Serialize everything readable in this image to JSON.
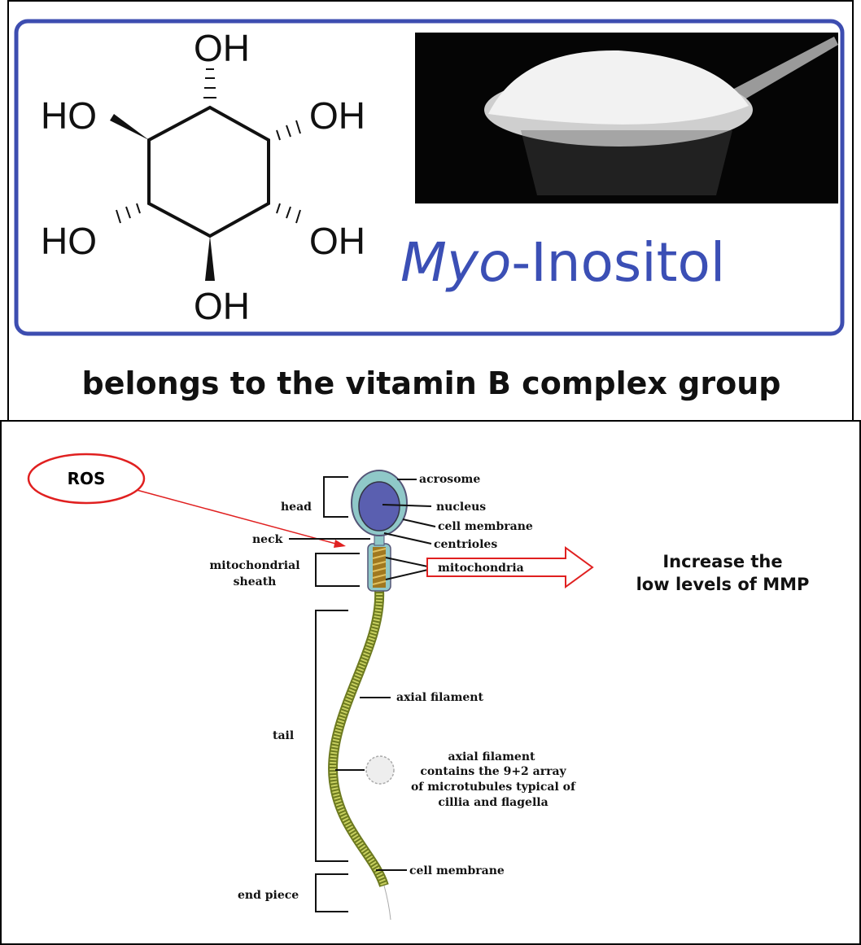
{
  "top_panel": {
    "molecule_labels": {
      "top": "OH",
      "upper_left": "HO",
      "upper_right": "OH",
      "lower_left": "HO",
      "lower_right": "OH",
      "bottom": "OH"
    },
    "title_italic": "Myo",
    "title_rest": "-Inositol",
    "caption": "belongs to the vitamin B complex group",
    "colors": {
      "frame": "#3d4db0",
      "title": "#3b4fb5"
    }
  },
  "bottom_panel": {
    "ros_label": "ROS",
    "annotation_line1": "Increase the",
    "annotation_line2": "low levels of MMP",
    "labels": {
      "head": "head",
      "neck": "neck",
      "mito_sheath_1": "mitochondrial",
      "mito_sheath_2": "sheath",
      "tail": "tail",
      "end_piece": "end piece",
      "acrosome": "acrosome",
      "nucleus": "nucleus",
      "cell_membrane_head": "cell membrane",
      "centrioles": "centrioles",
      "mitochondria": "mitochondria",
      "axial_filament": "axial filament",
      "axial_note_1": "axial filament",
      "axial_note_2": "contains the 9+2 array",
      "axial_note_3": "of microtubules typical of",
      "axial_note_4": "cillia and flagella",
      "cell_membrane_tail": "cell membrane"
    },
    "colors": {
      "accent": "#e02020"
    }
  }
}
